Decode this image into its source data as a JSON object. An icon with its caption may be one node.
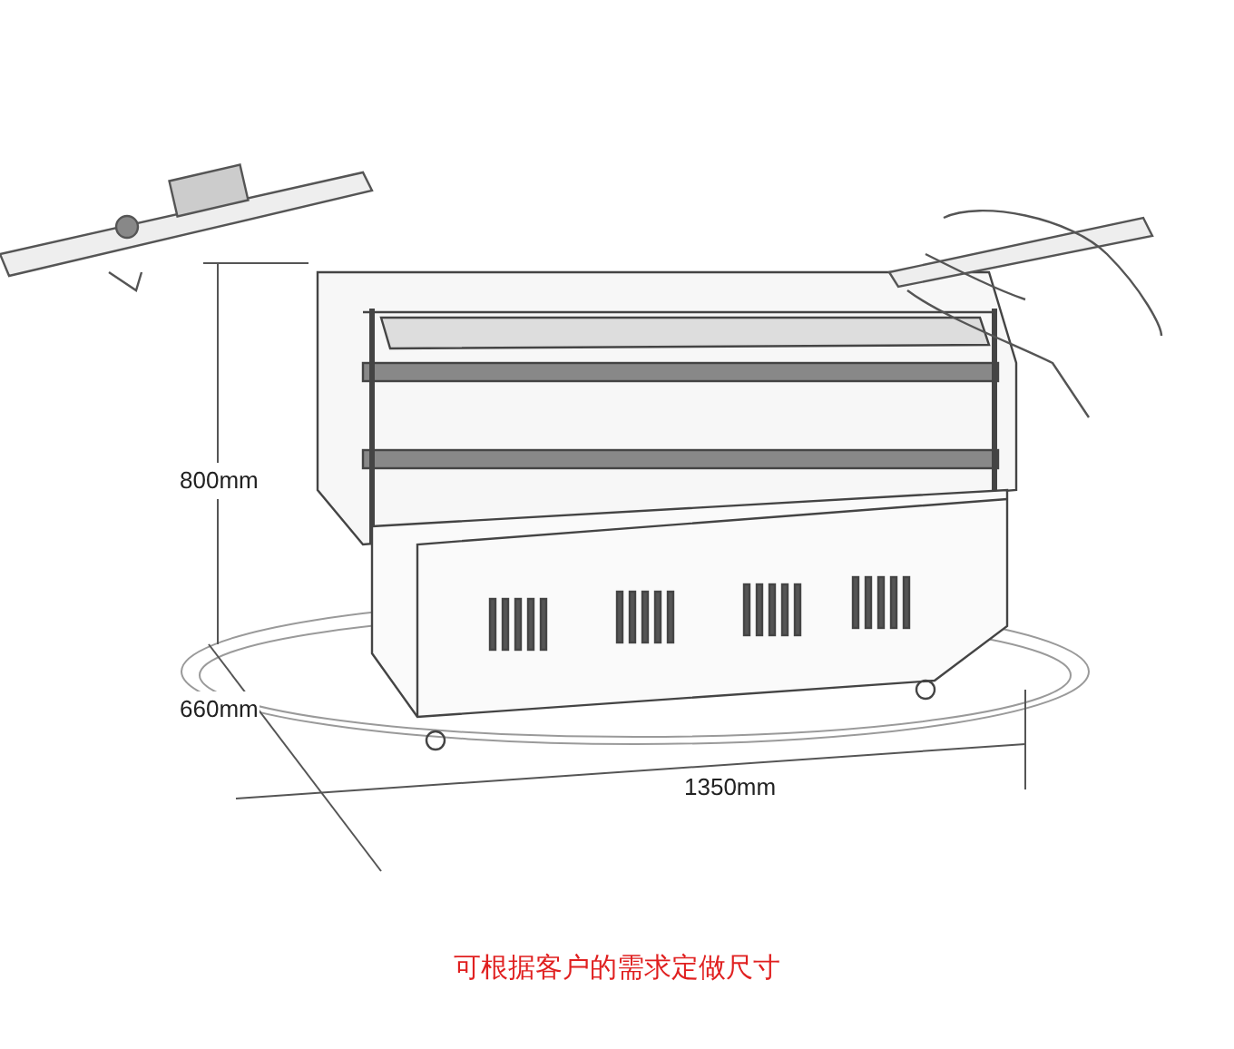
{
  "diagram": {
    "caption": "可根据客户的需求定做尺寸",
    "labels": [
      "800mm",
      "660mm",
      "1350mm"
    ]
  }
}
